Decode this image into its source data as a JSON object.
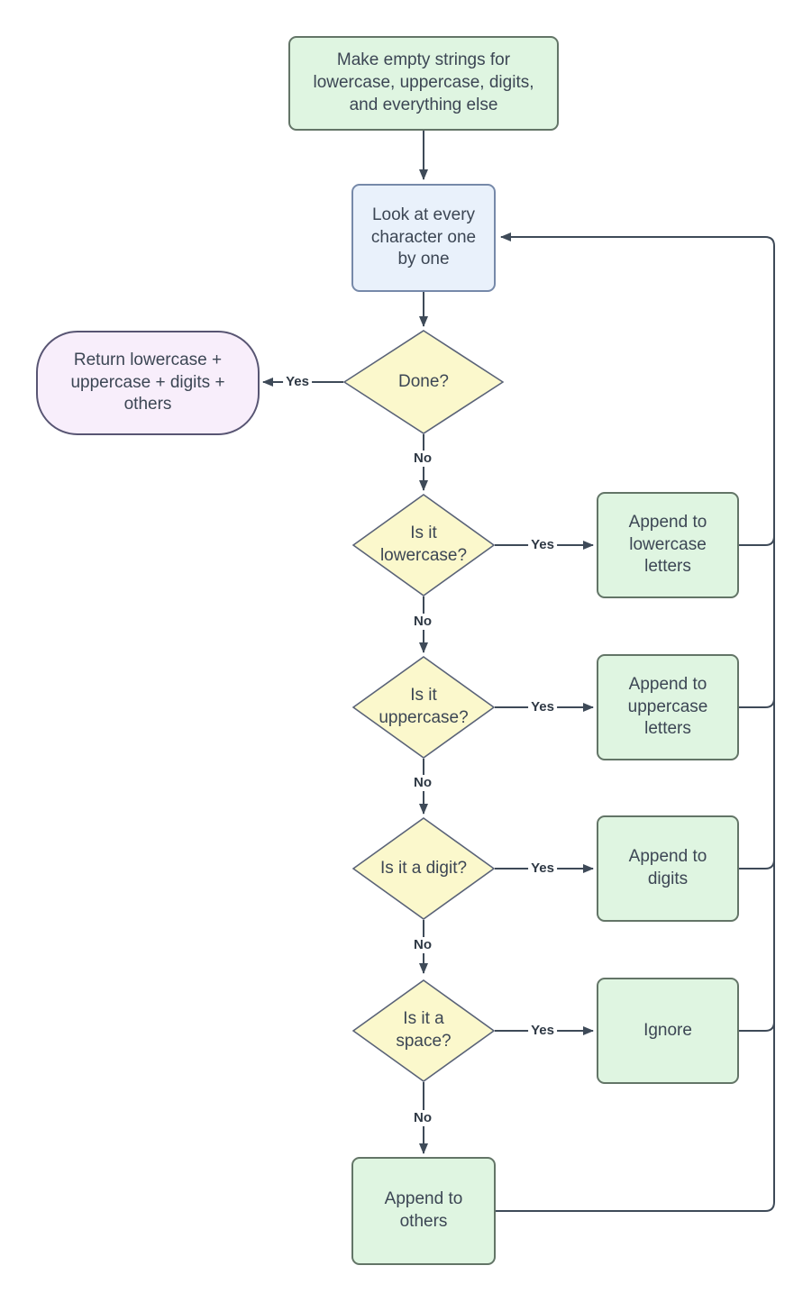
{
  "diagram": {
    "type": "flowchart",
    "title": "",
    "colors": {
      "bg": "#ffffff",
      "line": "#3e4a58",
      "text": "#3c4654",
      "label_text": "#2e3844",
      "green_fill": "#dff5e1",
      "green_border": "#637567",
      "blue_fill": "#e9f1fb",
      "blue_border": "#7689a9",
      "yellow_fill": "#fbf8cc",
      "yellow_border": "#5a6378",
      "purple_fill": "#f8eefb",
      "purple_border": "#585573"
    },
    "nodes": [
      {
        "id": "start",
        "shape": "rounded-rect",
        "style": "green",
        "label": "Make empty strings for lowercase, uppercase, digits, and everything else"
      },
      {
        "id": "loop",
        "shape": "rounded-rect",
        "style": "blue",
        "label": "Look at every character one by one"
      },
      {
        "id": "done",
        "shape": "diamond",
        "style": "yellow",
        "label": "Done?"
      },
      {
        "id": "return",
        "shape": "terminator",
        "style": "purple",
        "label": "Return lowercase + uppercase + digits + others"
      },
      {
        "id": "is-lowercase",
        "shape": "diamond",
        "style": "yellow",
        "label": "Is it lowercase?"
      },
      {
        "id": "append-lowercase",
        "shape": "rounded-rect",
        "style": "green",
        "label": "Append to lowercase letters"
      },
      {
        "id": "is-uppercase",
        "shape": "diamond",
        "style": "yellow",
        "label": "Is it uppercase?"
      },
      {
        "id": "append-uppercase",
        "shape": "rounded-rect",
        "style": "green",
        "label": "Append to uppercase letters"
      },
      {
        "id": "is-digit",
        "shape": "diamond",
        "style": "yellow",
        "label": "Is it a digit?"
      },
      {
        "id": "append-digits",
        "shape": "rounded-rect",
        "style": "green",
        "label": "Append to digits"
      },
      {
        "id": "is-space",
        "shape": "diamond",
        "style": "yellow",
        "label": "Is it a space?"
      },
      {
        "id": "ignore",
        "shape": "rounded-rect",
        "style": "green",
        "label": "Ignore"
      },
      {
        "id": "append-others",
        "shape": "rounded-rect",
        "style": "green",
        "label": "Append to others"
      }
    ],
    "edges": [
      {
        "from": "start",
        "to": "loop",
        "label": ""
      },
      {
        "from": "loop",
        "to": "done",
        "label": ""
      },
      {
        "from": "done",
        "to": "return",
        "label": "Yes"
      },
      {
        "from": "done",
        "to": "is-lowercase",
        "label": "No"
      },
      {
        "from": "is-lowercase",
        "to": "append-lowercase",
        "label": "Yes"
      },
      {
        "from": "is-lowercase",
        "to": "is-uppercase",
        "label": "No"
      },
      {
        "from": "is-uppercase",
        "to": "append-uppercase",
        "label": "Yes"
      },
      {
        "from": "is-uppercase",
        "to": "is-digit",
        "label": "No"
      },
      {
        "from": "is-digit",
        "to": "append-digits",
        "label": "Yes"
      },
      {
        "from": "is-digit",
        "to": "is-space",
        "label": "No"
      },
      {
        "from": "is-space",
        "to": "ignore",
        "label": "Yes"
      },
      {
        "from": "is-space",
        "to": "append-others",
        "label": "No"
      },
      {
        "from": "append-lowercase",
        "to": "loop",
        "label": ""
      },
      {
        "from": "append-uppercase",
        "to": "loop",
        "label": ""
      },
      {
        "from": "append-digits",
        "to": "loop",
        "label": ""
      },
      {
        "from": "ignore",
        "to": "loop",
        "label": ""
      },
      {
        "from": "append-others",
        "to": "loop",
        "label": ""
      }
    ]
  }
}
